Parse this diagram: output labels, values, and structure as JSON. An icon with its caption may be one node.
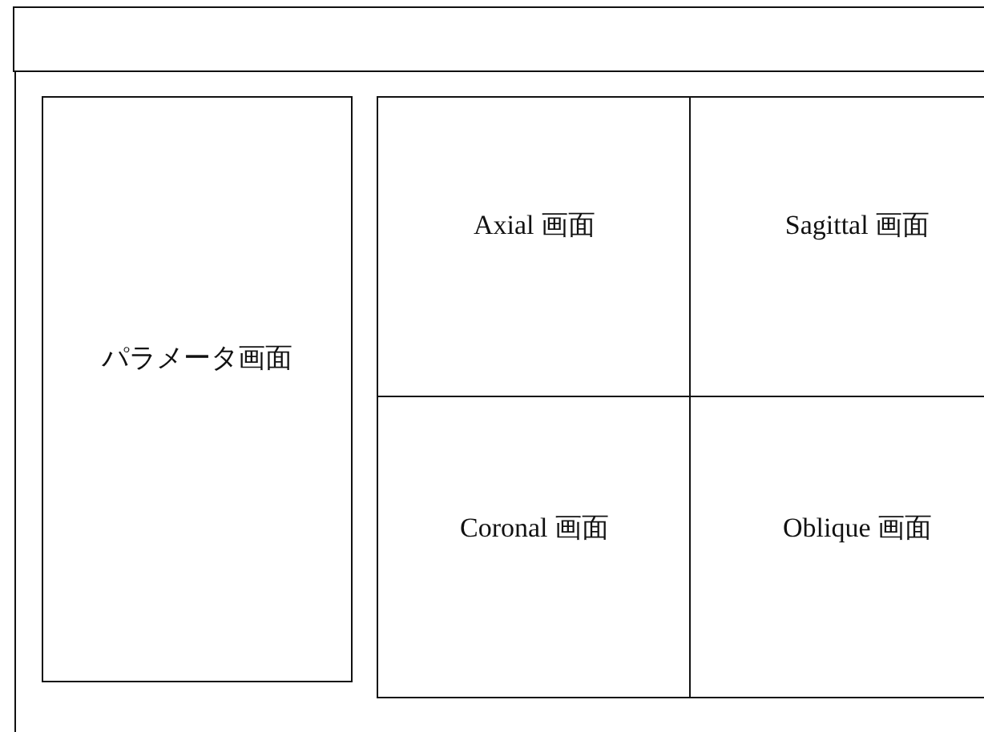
{
  "diagram": {
    "nodes": [
      {
        "text": [],
        "shape": "box"
      },
      {
        "text": [],
        "shape": "box",
        "in": 0
      },
      {
        "text": [
          "パラメータ画面"
        ],
        "in": 0
      },
      {
        "text": [
          "Axial 画面"
        ],
        "in": 0
      },
      {
        "text": [
          "Sagittal 画面"
        ],
        "in": 0
      },
      {
        "text": [
          "Coronal 画面"
        ],
        "in": 0
      },
      {
        "text": [
          "Oblique 画面"
        ],
        "in": 0
      }
    ]
  }
}
